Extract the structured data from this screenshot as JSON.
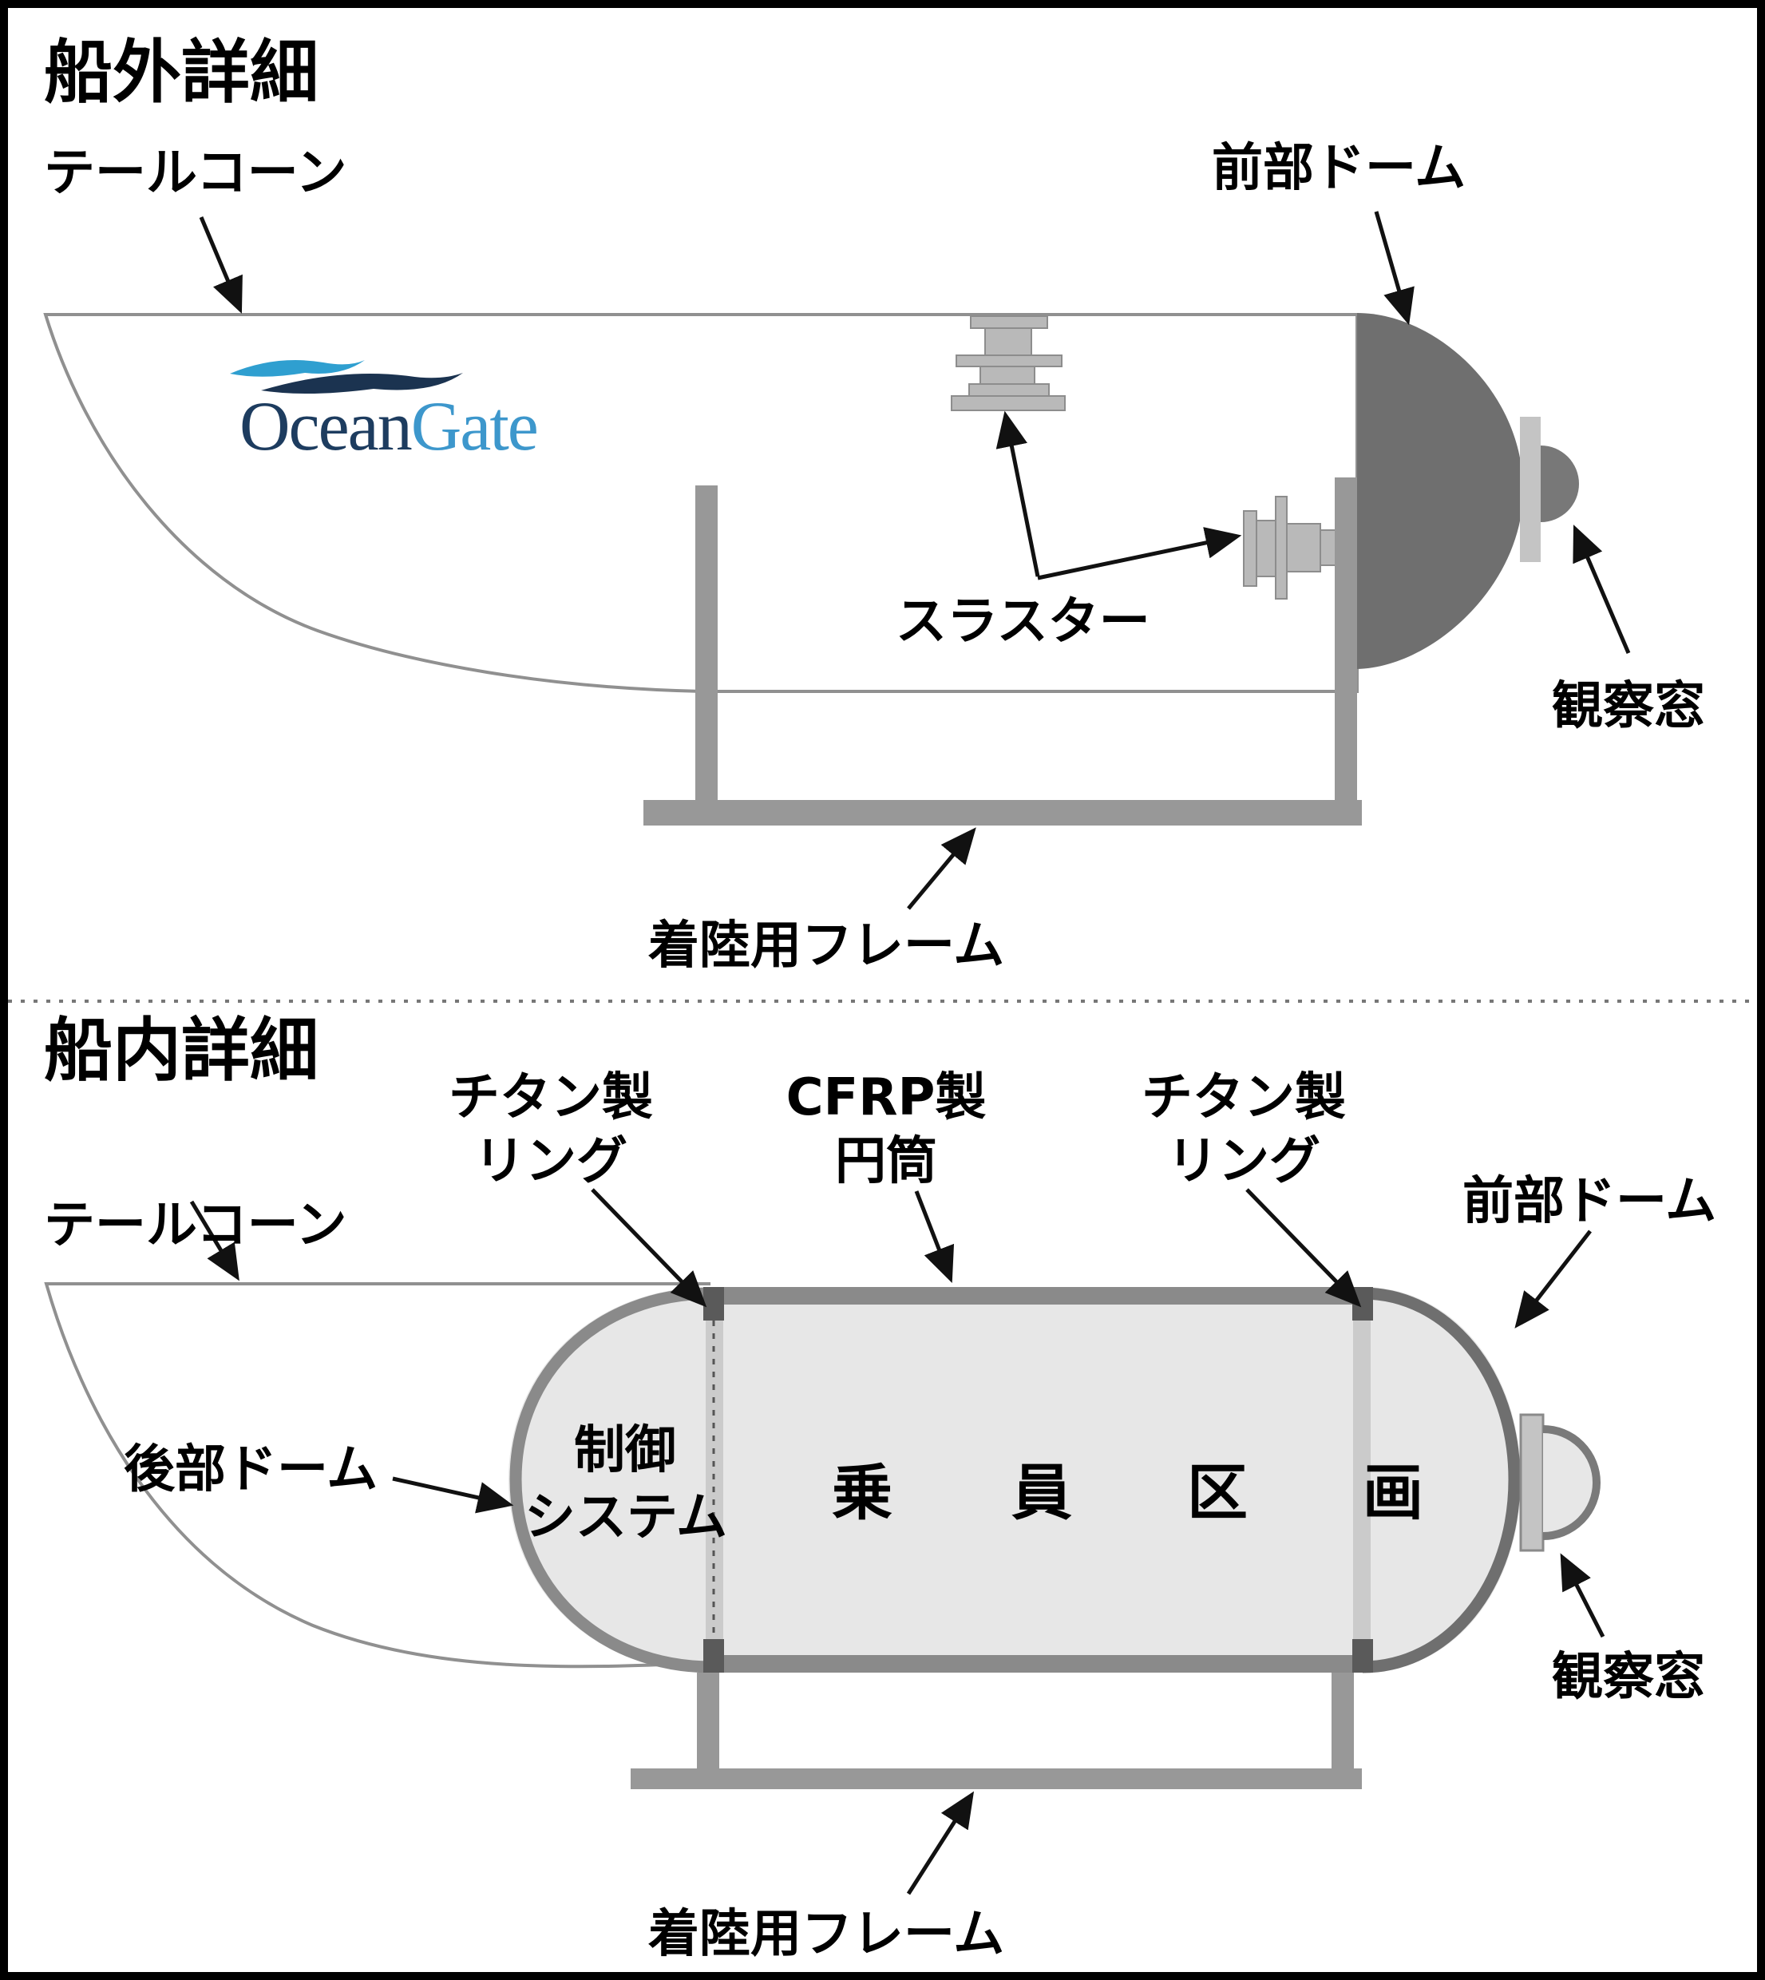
{
  "page": {
    "background": "#ffffff",
    "border_color": "#000000",
    "divider_style": "dotted"
  },
  "colors": {
    "hull_outline": "#909090",
    "front_dome_dark": "#6f6f6f",
    "capsule_border": "#8a8a8a",
    "capsule_interior": "#e7e7e7",
    "titanium_ring": "#5a5a5a",
    "joint_stripe": "#cbcbcb",
    "thruster_fill": "#b9b9b9",
    "frame_gray": "#989898",
    "viewport_flange": "#c4c4c4",
    "viewport_bump_dark": "#787878",
    "logo_ocean": "#1d3c5f",
    "logo_gate": "#3d97cc",
    "logo_wave_light": "#2f9fd0",
    "logo_wave_dark": "#1b3350"
  },
  "exterior": {
    "title": "船外詳細",
    "labels": {
      "tail_cone": "テールコーン",
      "front_dome": "前部ドーム",
      "thruster": "スラスター",
      "viewport": "観察窓",
      "landing_frame": "着陸用フレーム"
    },
    "logo": {
      "ocean": "Ocean",
      "gate": "Gate"
    }
  },
  "interior": {
    "title": "船内詳細",
    "labels": {
      "tail_cone": "テールコーン",
      "titanium_ring_left": [
        "チタン製",
        "リング"
      ],
      "cfrp_cylinder": [
        "CFRP製",
        "円筒"
      ],
      "titanium_ring_right": [
        "チタン製",
        "リング"
      ],
      "front_dome": "前部ドーム",
      "rear_dome": "後部ドーム",
      "control_system": [
        "制御",
        "システム"
      ],
      "crew_compartment_chars": [
        "乗",
        "員",
        "区",
        "画"
      ],
      "viewport": "観察窓",
      "landing_frame": "着陸用フレーム"
    }
  }
}
